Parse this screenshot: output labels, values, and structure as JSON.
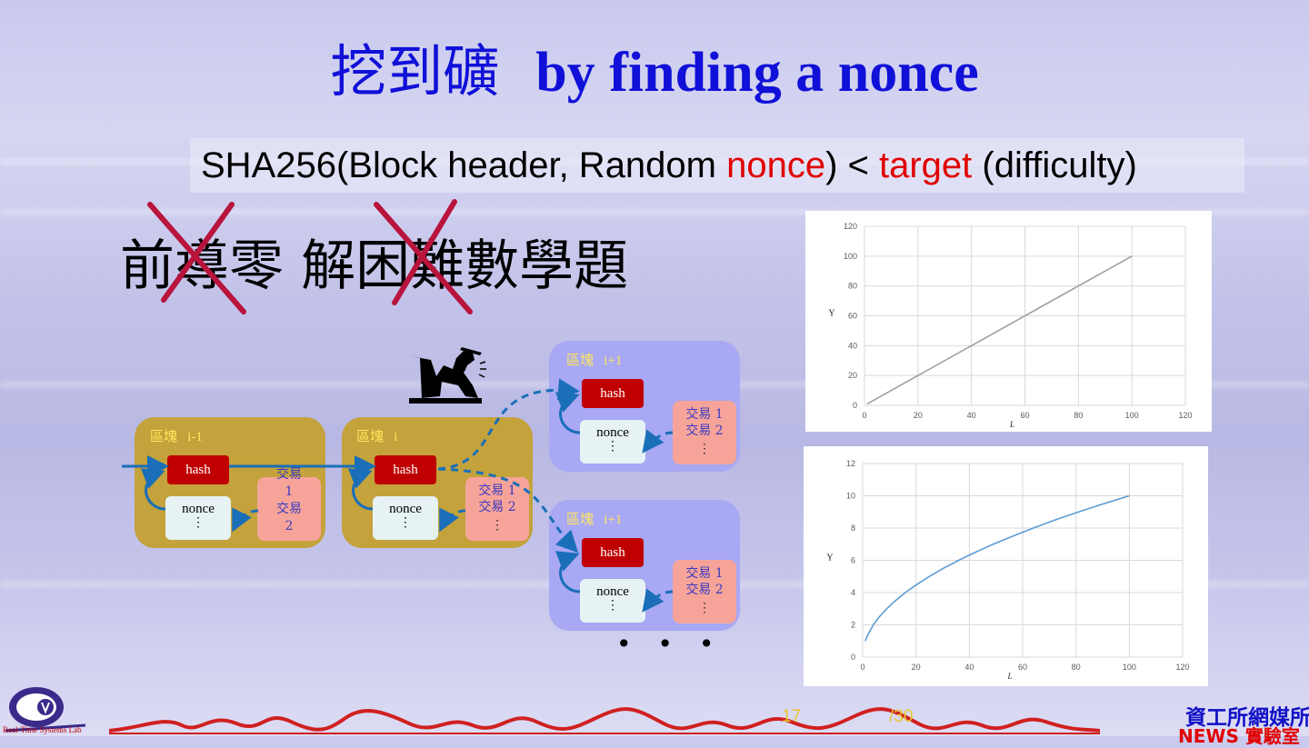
{
  "title": {
    "zh": "挖到礦",
    "en": "by finding a nonce"
  },
  "formula": {
    "part1": "SHA256(Block header, Random ",
    "nonce": "nonce",
    "part2": ") < ",
    "target": "target",
    "part3": " (difficulty)"
  },
  "not_this": {
    "text": "前導零 解困難數學題"
  },
  "blocks": [
    {
      "label": "區塊   i-1",
      "hash": "hash",
      "nonce": "nonce",
      "tx": [
        "交易",
        "1",
        "交易",
        "2"
      ]
    },
    {
      "label": "區塊   i",
      "hash": "hash",
      "nonce": "nonce",
      "tx": [
        "交易 1",
        "交易 2"
      ]
    },
    {
      "label": "區塊   i+1",
      "hash": "hash",
      "nonce": "nonce",
      "tx": [
        "交易 1",
        "交易 2"
      ]
    },
    {
      "label": "區塊   i+1",
      "hash": "hash",
      "nonce": "nonce",
      "tx": [
        "交易 1",
        "交易 2"
      ]
    }
  ],
  "vertical_ellipsis": "⋮",
  "ellipsis": "• • •",
  "footer": {
    "page_current": "17",
    "page_total": "/30",
    "dept": "資工所網媒所",
    "news": "NEWS 實驗室",
    "lab": "Real-Time Systems Lab"
  },
  "colors": {
    "title": "#1010d8",
    "highlight": "#e00000",
    "block_gold": "#c4a23c",
    "block_lavender": "#a8a8f4",
    "hash_red": "#c00000",
    "arrow": "#1a6fb8"
  },
  "chart_data": [
    {
      "type": "line",
      "xlabel": "L",
      "ylabel": "Y",
      "xlim": [
        0,
        120
      ],
      "ylim": [
        0,
        120
      ],
      "xticks": [
        "0",
        "20",
        "40",
        "60",
        "80",
        "100",
        "120"
      ],
      "yticks": [
        "0",
        "20",
        "40",
        "60",
        "80",
        "100",
        "120"
      ],
      "grid": true,
      "line_color": "#a0a0a0",
      "series": [
        {
          "x": [
            1,
            100
          ],
          "y": [
            1,
            100
          ]
        }
      ]
    },
    {
      "type": "line",
      "xlabel": "L",
      "ylabel": "Y",
      "xlim": [
        0,
        120
      ],
      "ylim": [
        0,
        12
      ],
      "xticks": [
        "0",
        "20",
        "40",
        "60",
        "80",
        "100",
        "120"
      ],
      "yticks": [
        "0",
        "2",
        "4",
        "6",
        "8",
        "10",
        "12"
      ],
      "grid": true,
      "line_color": "#5b9bd5",
      "series": [
        {
          "x": [
            1,
            2,
            4,
            6,
            9,
            12,
            16,
            20,
            25,
            30,
            36,
            42,
            49,
            56,
            64,
            72,
            81,
            90,
            100
          ],
          "y": [
            1,
            1.41,
            2,
            2.45,
            3,
            3.46,
            4,
            4.47,
            5,
            5.48,
            6,
            6.48,
            7,
            7.48,
            8,
            8.49,
            9,
            9.49,
            10
          ]
        }
      ]
    }
  ]
}
